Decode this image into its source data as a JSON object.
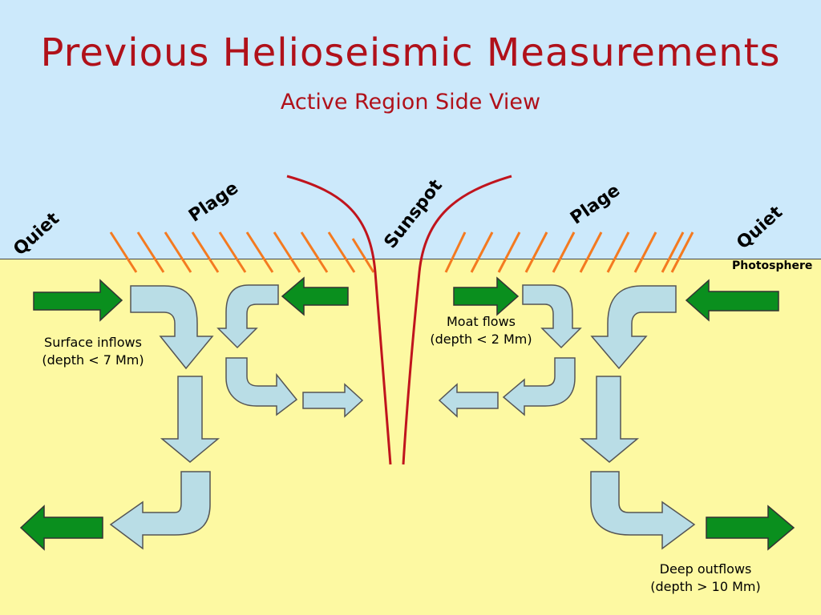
{
  "title": "Previous Helioseismic Measurements",
  "subtitle": "Active Region Side View",
  "regions": {
    "quiet_left": "Quiet",
    "plage_left": "Plage",
    "sunspot": "Sunspot",
    "plage_right": "Plage",
    "quiet_right": "Quiet",
    "photosphere": "Photosphere"
  },
  "flows": {
    "surface_inflows": "Surface inflows\n(depth < 7 Mm)",
    "moat_flows": "Moat flows\n(depth < 2 Mm)",
    "deep_outflows": "Deep outflows\n(depth > 10 Mm)"
  },
  "colors": {
    "title": "#b0111a",
    "sky": "#cce9fb",
    "interior": "#fdf9a2",
    "plage_hatch": "#f47a20",
    "field_line": "#c0141d",
    "green_arrow": "#0a8f1e",
    "flow_arrow": "#b9dde6"
  }
}
